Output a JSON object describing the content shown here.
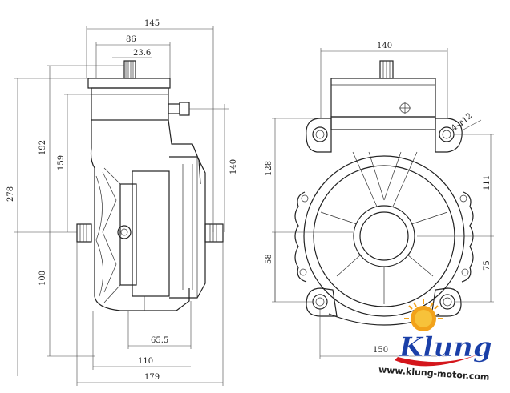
{
  "dimensions": {
    "left_top_145": "145",
    "left_top_86": "86",
    "left_top_23_6": "23.6",
    "left_v_278": "278",
    "left_v_192": "192",
    "left_v_159": "159",
    "left_v_100": "100",
    "left_v_140": "140",
    "left_bottom_65_5": "65.5",
    "left_bottom_110": "110",
    "left_bottom_179": "179",
    "right_top_140": "140",
    "right_hole": "4-φ12",
    "right_v_128": "128",
    "right_v_58": "58",
    "right_v_111": "111",
    "right_v_75": "75",
    "right_bottom_150": "150"
  },
  "logo": {
    "brand": "Klung",
    "url": "www.klung-motor.com"
  },
  "colors": {
    "line": "#222222",
    "logo_blue": "#1a3fa8",
    "logo_red": "#d4161c",
    "sun_orange": "#f2a21a"
  }
}
